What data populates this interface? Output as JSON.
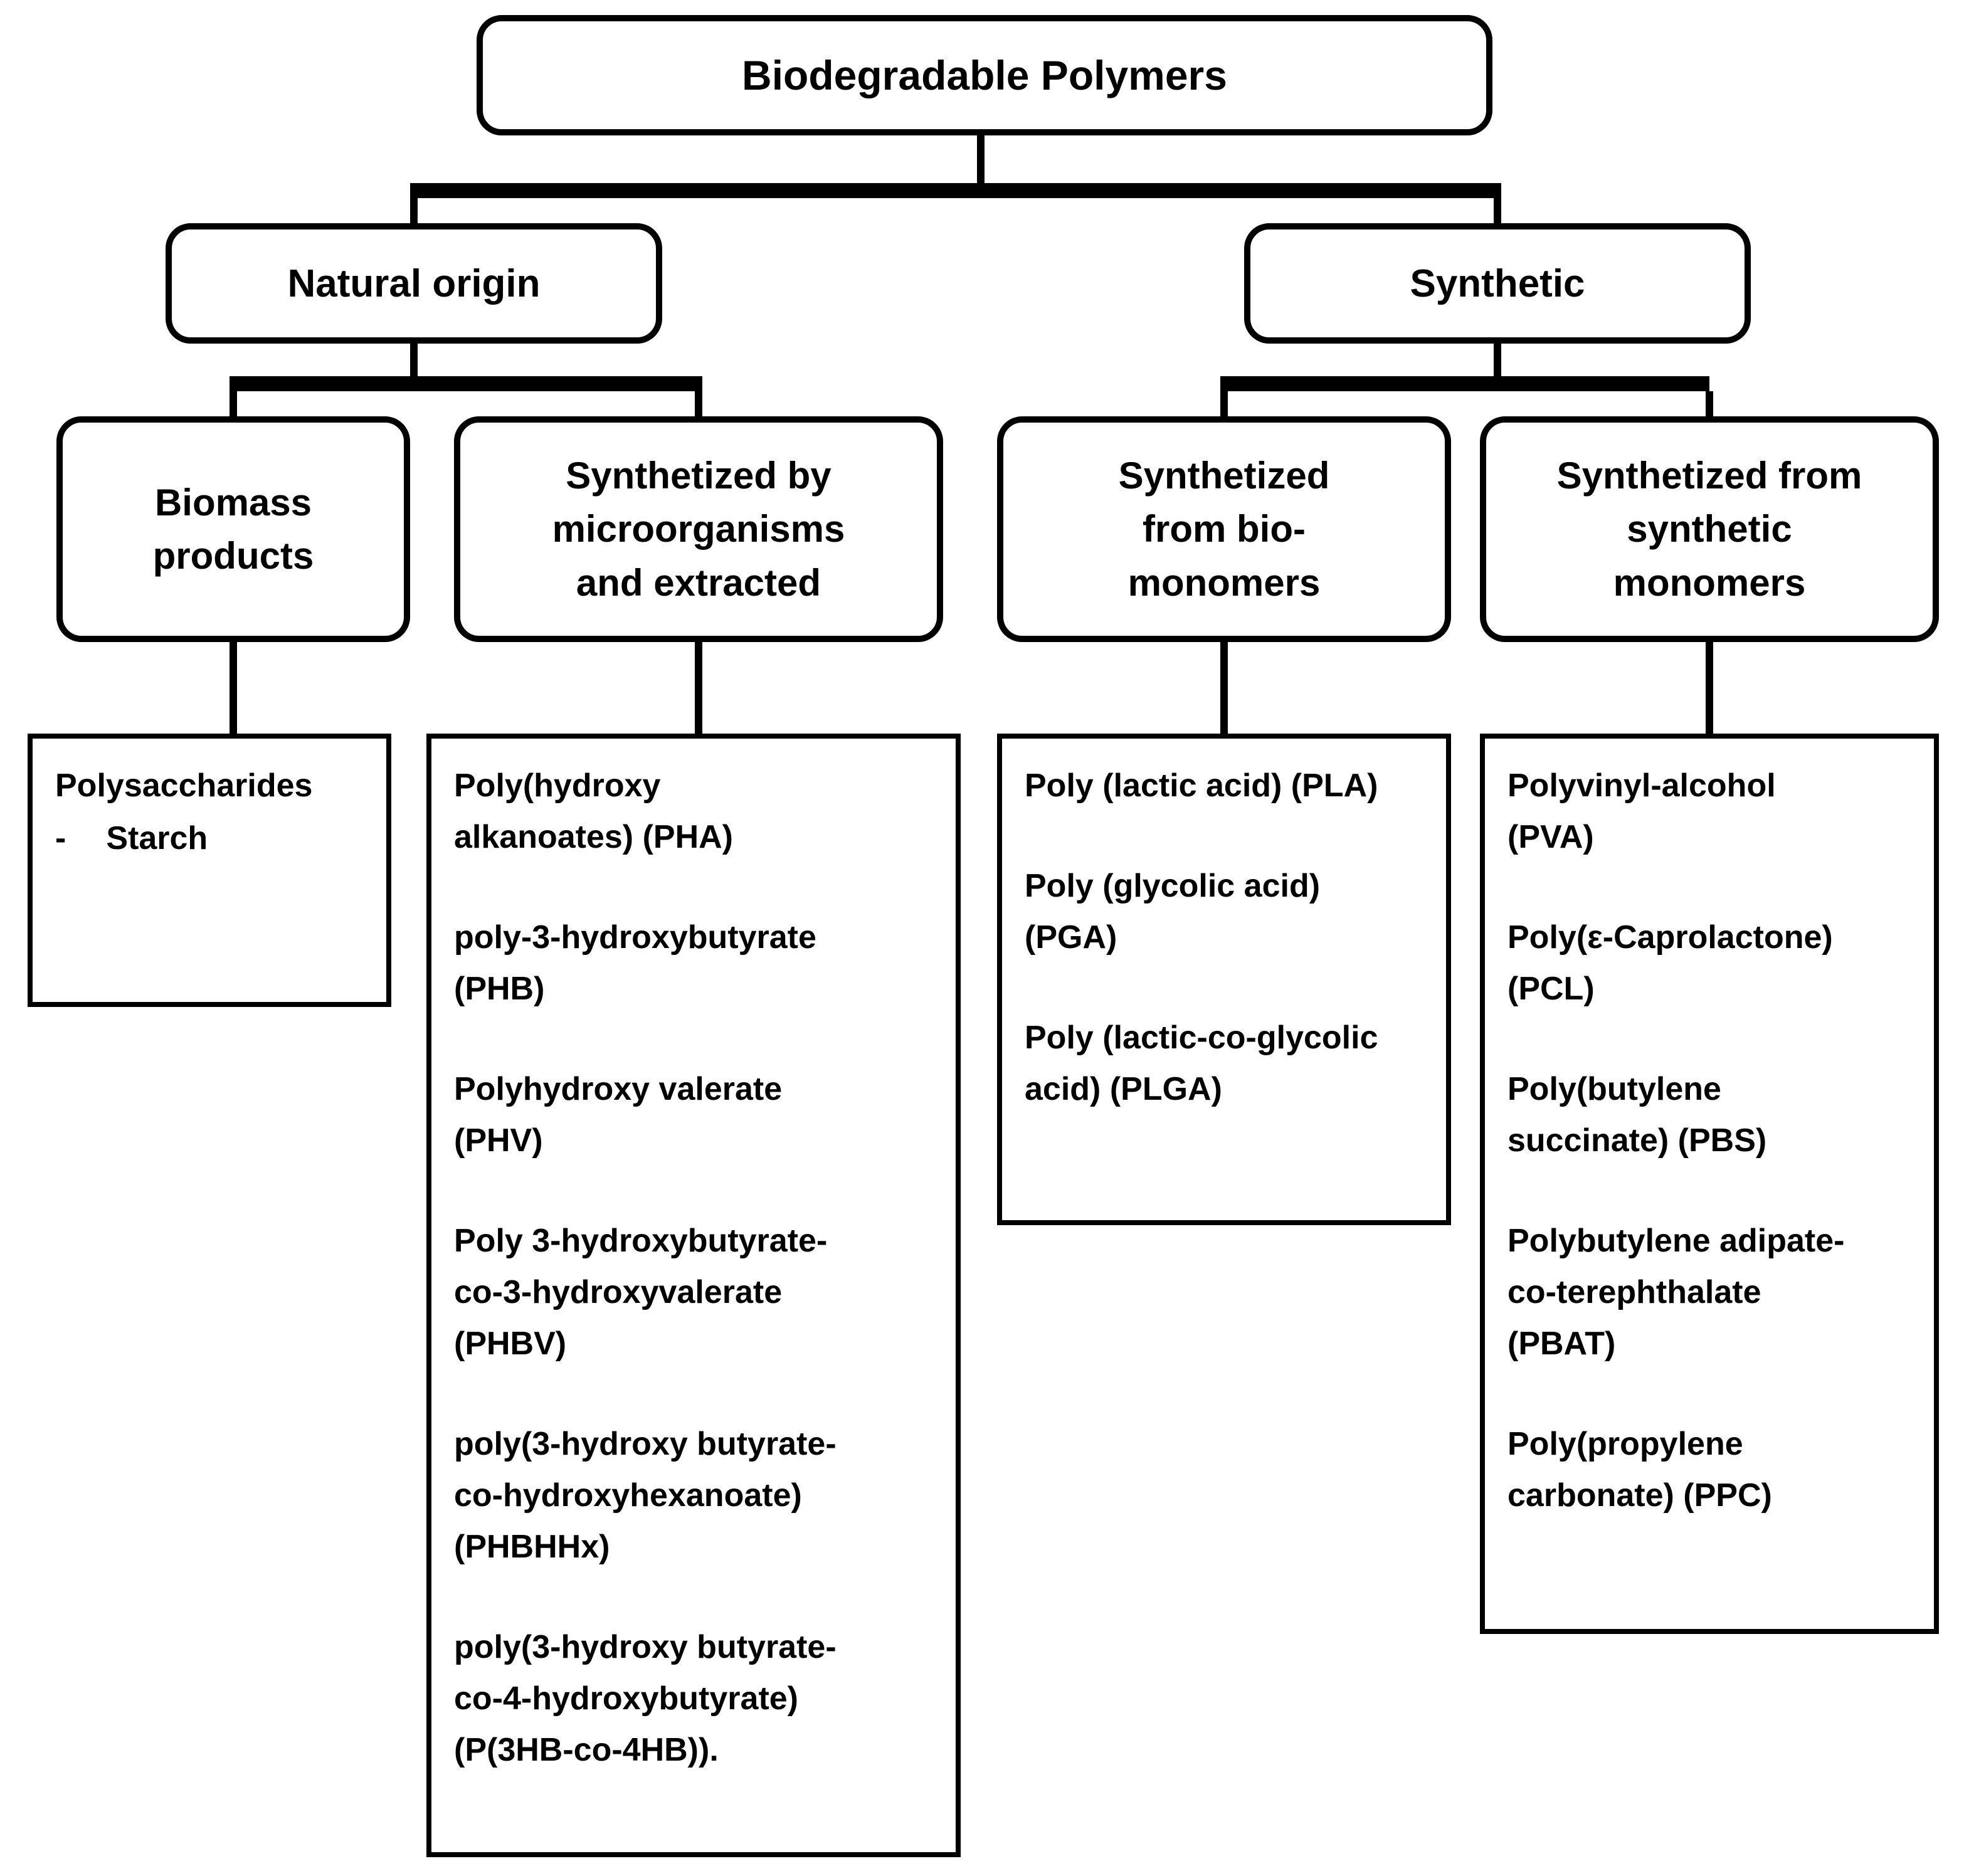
{
  "diagram": {
    "root_label": "Biodegradable Polymers",
    "branches": {
      "natural": {
        "label": "Natural origin"
      },
      "synthetic": {
        "label": "Synthetic"
      }
    },
    "categories": {
      "biomass": {
        "label": "Biomass\nproducts"
      },
      "micro": {
        "label": "Synthetized by\nmicroorganisms\nand extracted"
      },
      "biomono": {
        "label": "Synthetized\nfrom bio-\nmonomers"
      },
      "synmono": {
        "label": "Synthetized from\nsynthetic\nmonomers"
      }
    },
    "leaves": {
      "biomass": {
        "heading": "Polysaccharides",
        "bullet_dash": "-",
        "items": [
          "Starch"
        ]
      },
      "micro": {
        "items": [
          "Poly(hydroxy\nalkanoates) (PHA)",
          "poly-3-hydroxybutyrate\n(PHB)",
          "Polyhydroxy valerate\n(PHV)",
          "Poly 3-hydroxybutyrate-\nco-3-hydroxyvalerate\n(PHBV)",
          "poly(3-hydroxy butyrate-\nco-hydroxyhexanoate)\n(PHBHHx)",
          "poly(3-hydroxy butyrate-\nco-4-hydroxybutyrate)\n(P(3HB-co-4HB))."
        ]
      },
      "biomono": {
        "items": [
          "Poly (lactic acid) (PLA)",
          "Poly (glycolic acid)\n(PGA)",
          "Poly (lactic-co-glycolic\nacid) (PLGA)"
        ]
      },
      "synmono": {
        "items": [
          "Polyvinyl-alcohol\n(PVA)",
          "Poly(ε-Caprolactone)\n(PCL)",
          "Poly(butylene\nsuccinate) (PBS)",
          "Polybutylene adipate-\nco-terephthalate\n(PBAT)",
          "Poly(propylene\ncarbonate) (PPC)"
        ]
      }
    }
  }
}
